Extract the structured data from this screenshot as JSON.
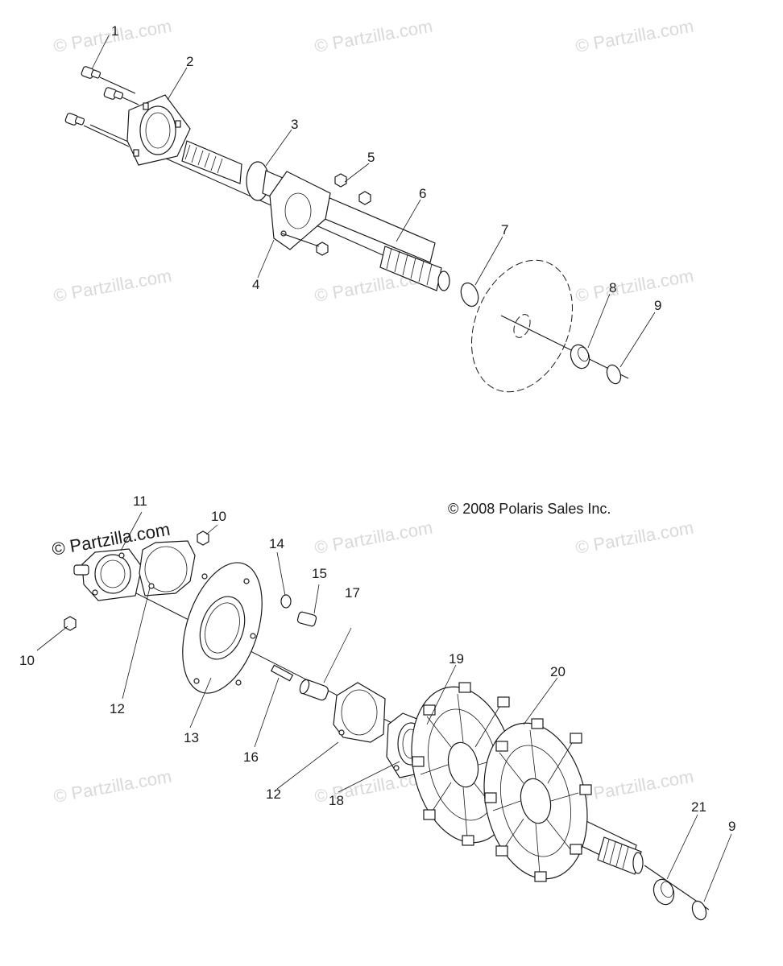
{
  "watermark": "© Partzilla.com",
  "copyright": "© 2008 Polaris Sales Inc.",
  "callouts": {
    "c1": "1",
    "c2": "2",
    "c3": "3",
    "c4": "4",
    "c5": "5",
    "c6": "6",
    "c7": "7",
    "c8": "8",
    "c9_top": "9",
    "c10_right": "10",
    "c10_left": "10",
    "c11": "11",
    "c12_left": "12",
    "c12_right": "12",
    "c13": "13",
    "c14": "14",
    "c15": "15",
    "c16": "16",
    "c17": "17",
    "c18": "18",
    "c19": "19",
    "c20": "20",
    "c21": "21",
    "c9_bottom": "9"
  }
}
